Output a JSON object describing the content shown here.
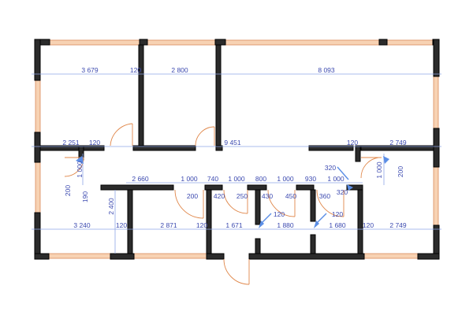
{
  "colors": {
    "wall_fill": "#2b2b2b",
    "wall_outline": "#000000",
    "window_fill": "#f7d2b3",
    "window_line": "#d98a5a",
    "dim_line": "#8fa6e6",
    "dim_text": "#3c4ab0",
    "arrow": "#5b8ee6",
    "door_arc": "#e0874a"
  },
  "dimensions": {
    "top_row": [
      "3 679",
      "120",
      "2 800",
      "8 093"
    ],
    "mid_row": [
      "2 251",
      "120",
      "9 451",
      "120",
      "2 749"
    ],
    "inner_row": [
      "2 660",
      "1 000",
      "740",
      "1 000",
      "800",
      "1 000",
      "930",
      "1 000"
    ],
    "small": [
      "200",
      "420",
      "250",
      "430",
      "450",
      "360",
      "320",
      "320"
    ],
    "bottom_row": [
      "3 240",
      "120",
      "2 871",
      "120",
      "1 671",
      "1 880",
      "1 680",
      "120",
      "2 749"
    ],
    "vertical": [
      "1 000",
      "200",
      "190",
      "2 400",
      "1 000",
      "200"
    ],
    "diag": [
      "120",
      "120"
    ]
  }
}
